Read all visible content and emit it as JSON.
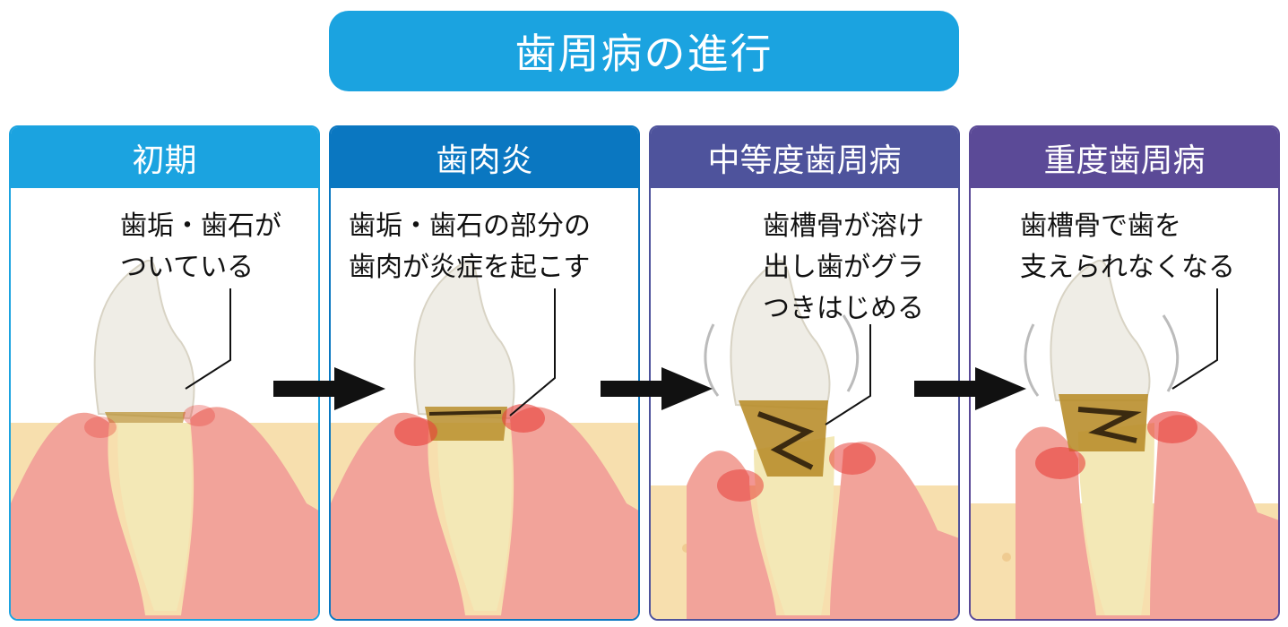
{
  "title": "歯周病の進行",
  "colors": {
    "title_bg": "#1ba3e0",
    "gum": "#f2a39a",
    "bone": "#f7dfae",
    "tooth": "#efede6",
    "root": "#f3e8b6",
    "tartar": "#b98e2c",
    "inflammation": "#e8403a"
  },
  "stages": [
    {
      "label": "初期",
      "caption_lines": [
        "歯垢・歯石が",
        "ついている"
      ],
      "color": "#1ba3e0",
      "icon": "tooth-early-icon"
    },
    {
      "label": "歯肉炎",
      "caption_lines": [
        "歯垢・歯石の部分の",
        "歯肉が炎症を起こす"
      ],
      "color": "#0a77c1",
      "icon": "tooth-gingivitis-icon"
    },
    {
      "label": "中等度歯周病",
      "caption_lines": [
        "歯槽骨が溶け",
        "出し歯がグラ",
        "つきはじめる"
      ],
      "color": "#4e539c",
      "icon": "tooth-moderate-icon"
    },
    {
      "label": "重度歯周病",
      "caption_lines": [
        "歯槽骨で歯を",
        "支えられなくなる"
      ],
      "color": "#5b4a97",
      "icon": "tooth-severe-icon"
    }
  ],
  "arrow_icon": "right-arrow-icon"
}
